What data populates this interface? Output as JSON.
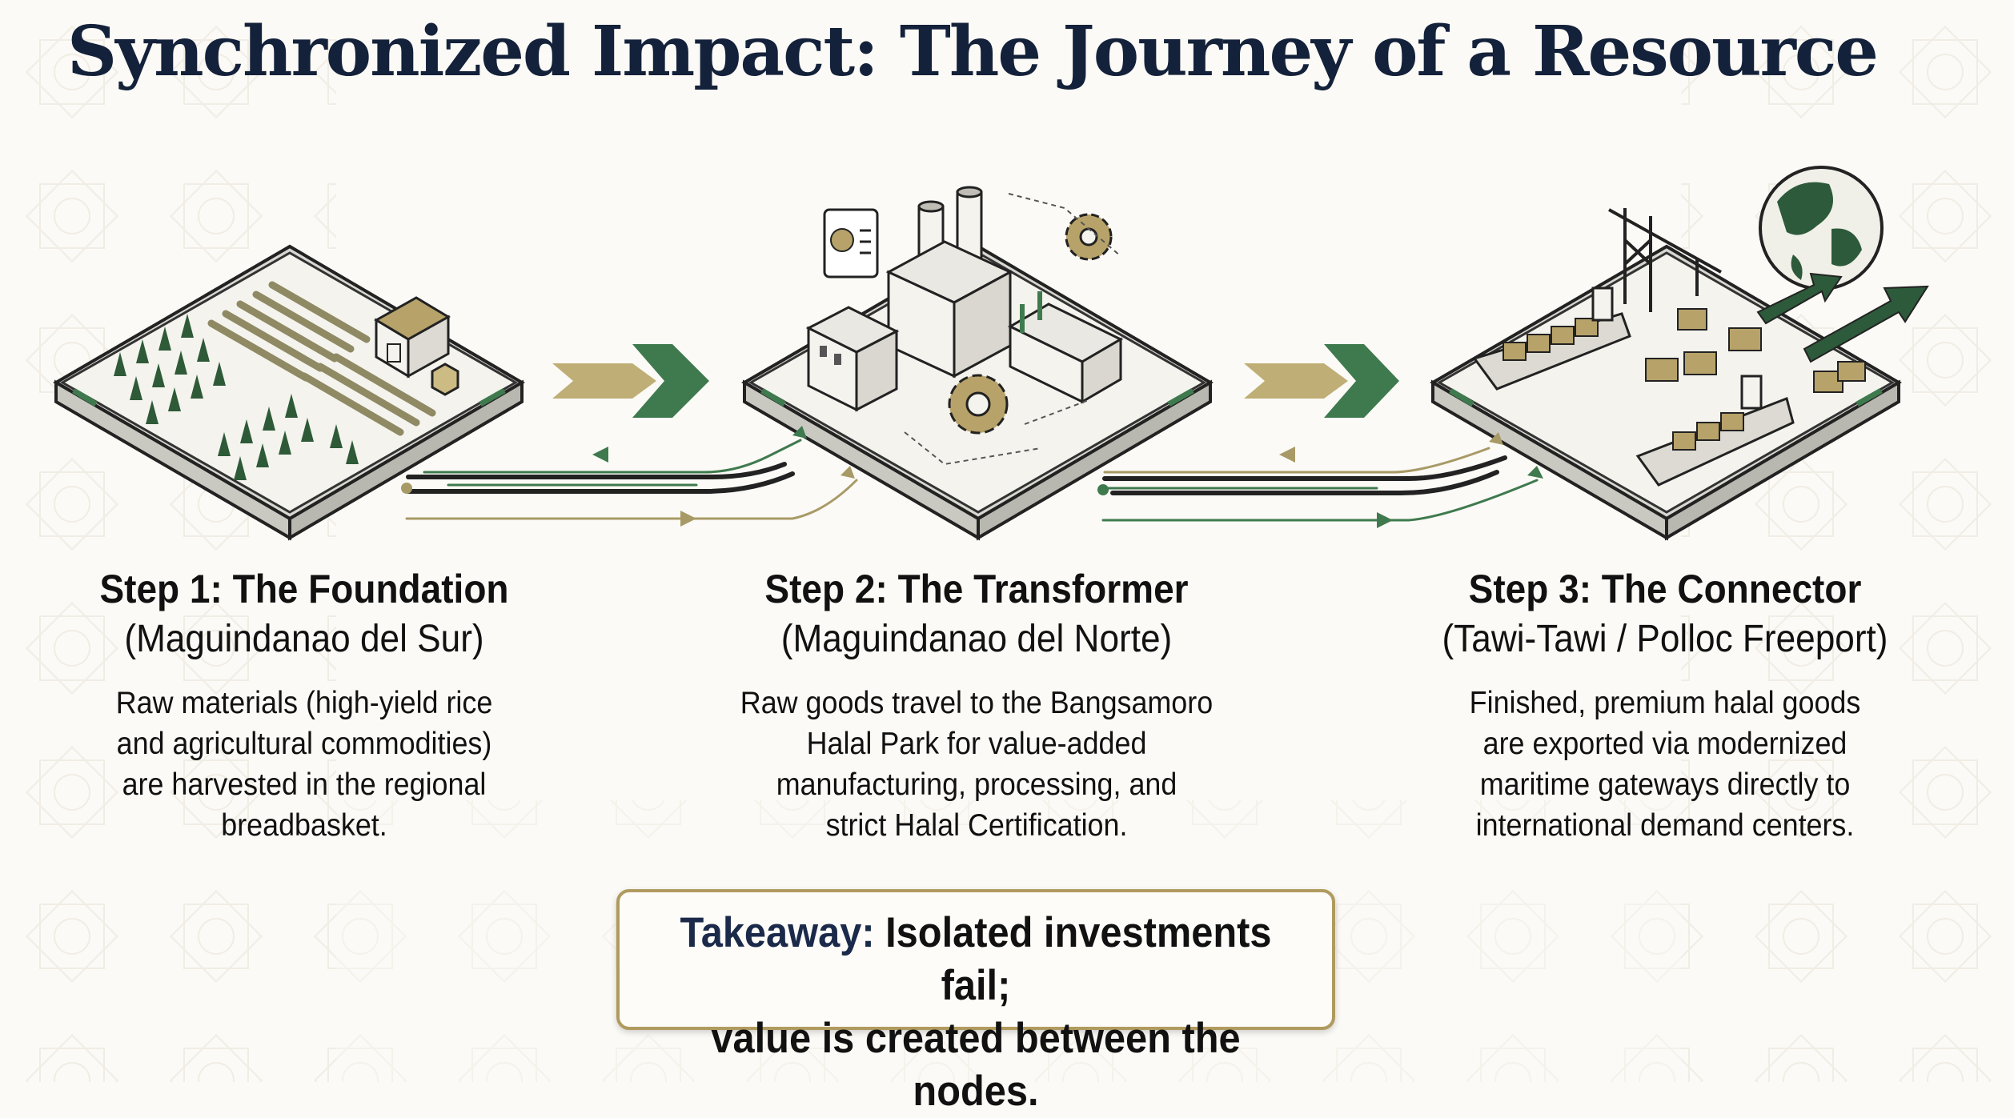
{
  "title": "Synchronized Impact: The Journey of a Resource",
  "colors": {
    "navy": "#14213a",
    "green": "#3f7a4e",
    "gold": "#a89a66",
    "dark_green": "#2d5a3a",
    "line": "#222222"
  },
  "steps": [
    {
      "title": "Step 1: The Foundation",
      "region": "(Maguindanao del Sur)",
      "desc_lines": [
        "Raw materials (high-yield rice",
        "and agricultural commodities)",
        "are harvested in the regional",
        "breadbasket."
      ],
      "icon": "farm-fields-barn-illustration"
    },
    {
      "title": "Step 2: The Transformer",
      "region": "(Maguindanao del Norte)",
      "desc_lines": [
        "Raw goods travel to the Bangsamoro",
        "Halal Park for value-added",
        "manufacturing, processing, and",
        "strict Halal Certification."
      ],
      "icon": "factory-gears-illustration"
    },
    {
      "title": "Step 3: The Connector",
      "region": "(Tawi-Tawi / Polloc Freeport)",
      "desc_lines": [
        "Finished, premium halal goods",
        "are exported via modernized",
        "maritime gateways directly to",
        "international demand centers."
      ],
      "icon": "port-ships-globe-illustration"
    }
  ],
  "takeaway": {
    "label": "Takeaway:",
    "line1": "Isolated investments fail;",
    "line2": "value is created between the nodes."
  }
}
